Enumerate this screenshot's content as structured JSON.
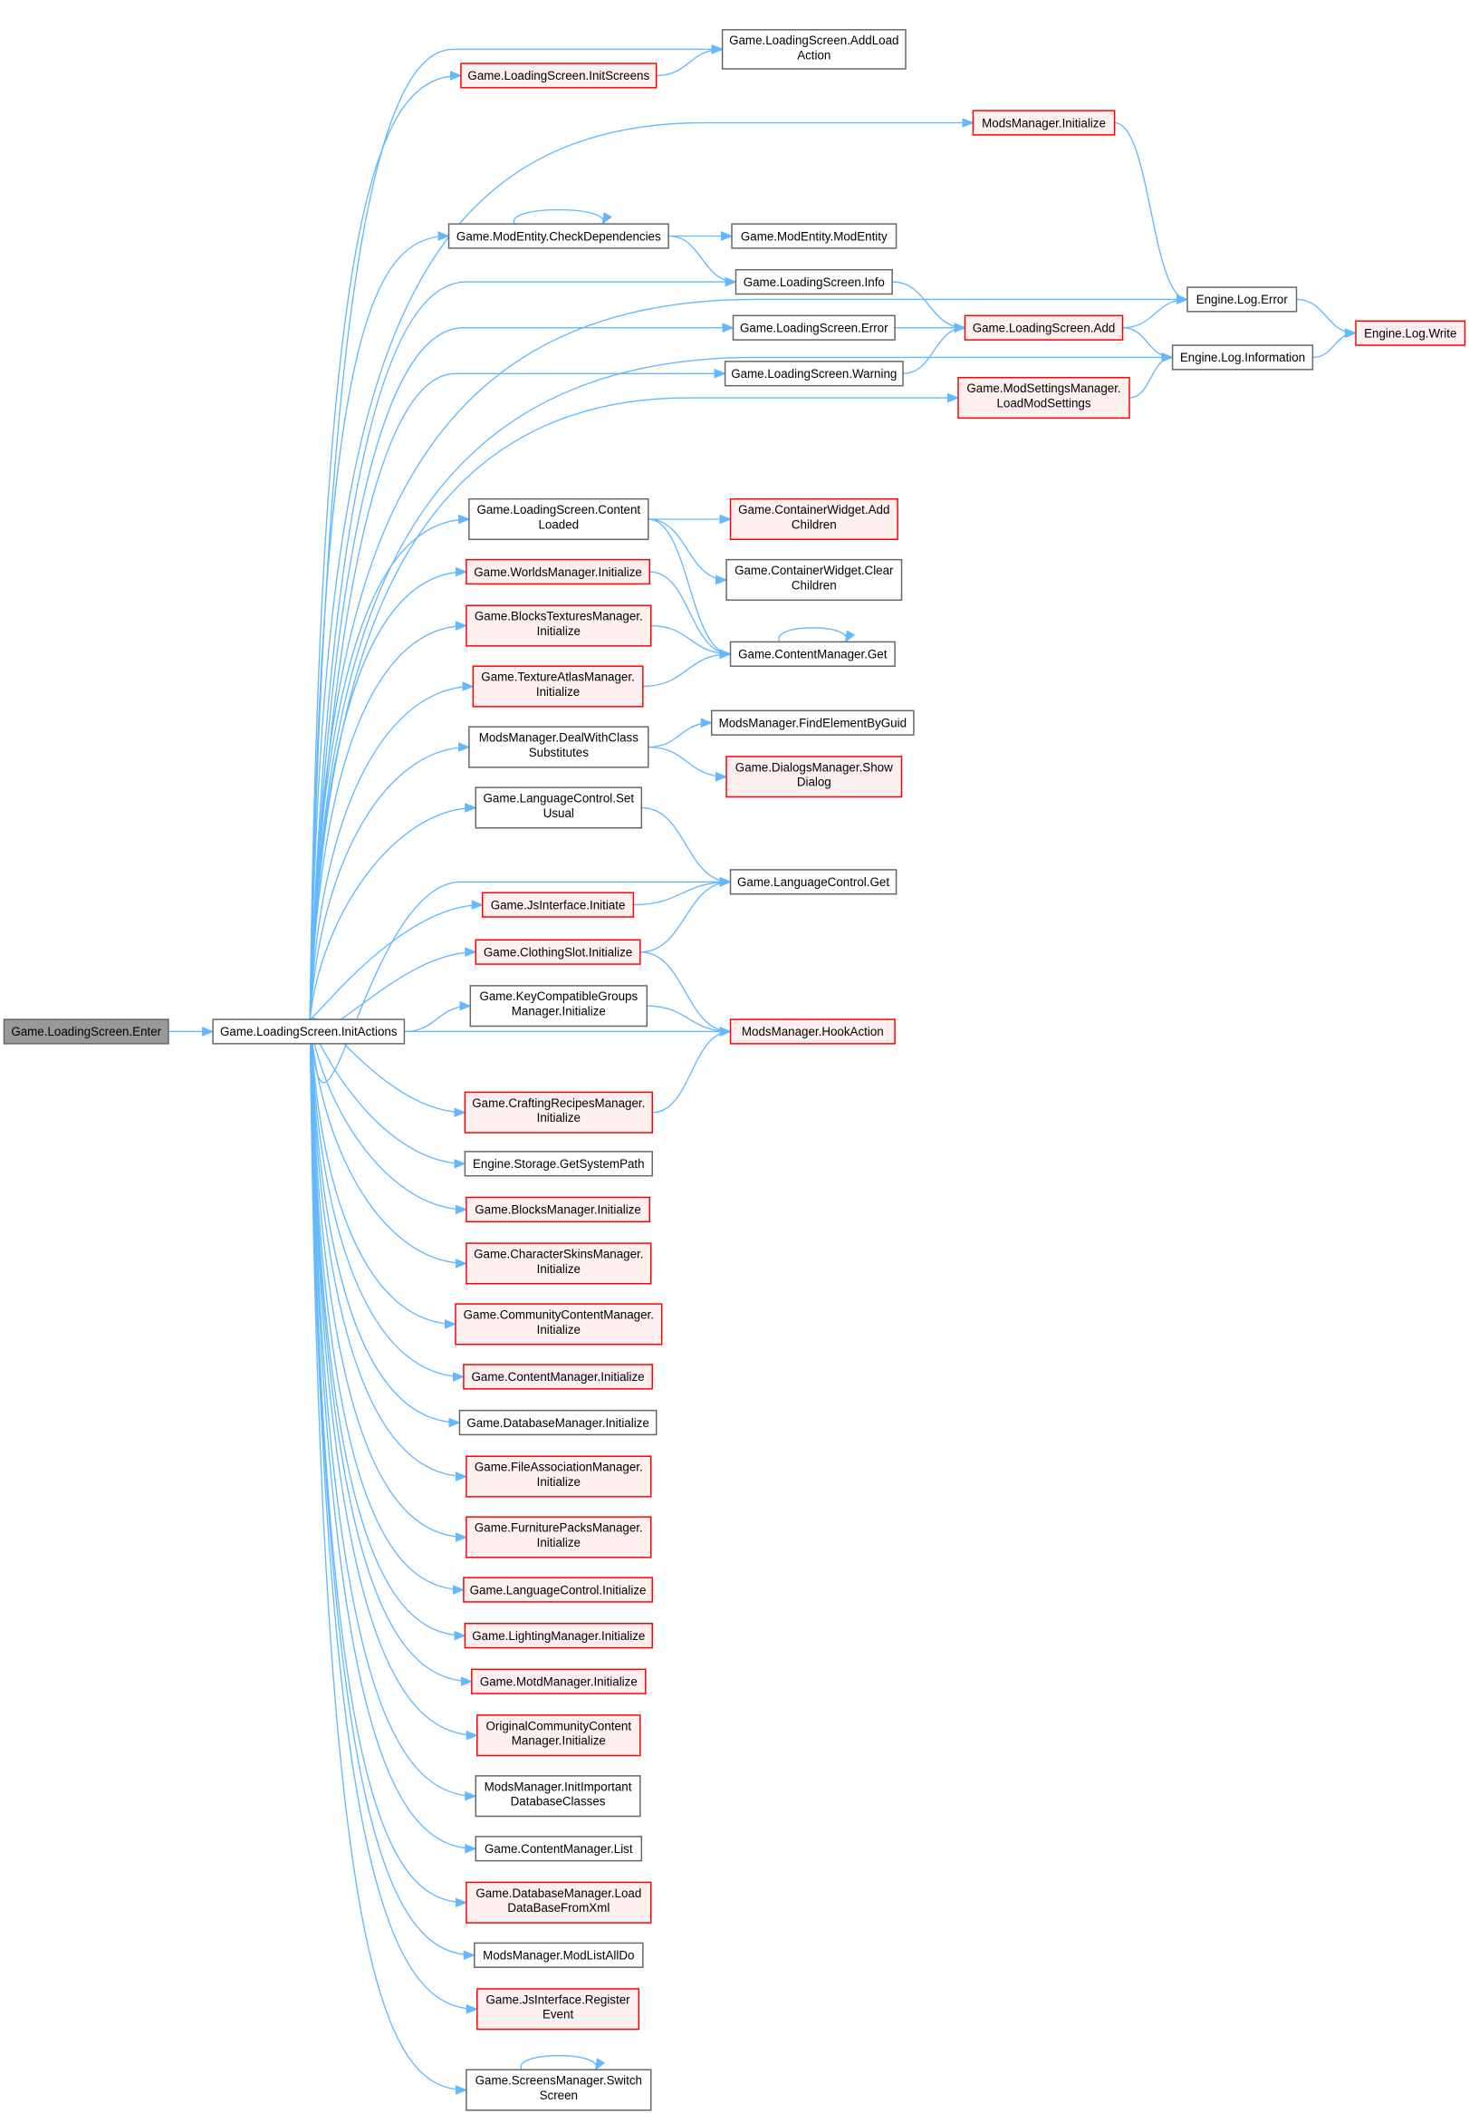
{
  "diagram": {
    "type": "call-graph",
    "colors": {
      "edge": "#63b8ff",
      "normal_border": "#666666",
      "normal_fill": "#ffffff",
      "truncated_border": "#ff0000",
      "truncated_fill": "#fff0f0",
      "root_fill": "#999999",
      "root_border": "#666666"
    },
    "nodes": [
      {
        "id": "enter",
        "lines": [
          "Game.LoadingScreen.Enter"
        ],
        "style": "root"
      },
      {
        "id": "initactions",
        "lines": [
          "Game.LoadingScreen.InitActions"
        ],
        "style": "normal"
      },
      {
        "id": "initscreens",
        "lines": [
          "Game.LoadingScreen.InitScreens"
        ],
        "style": "truncated"
      },
      {
        "id": "checkdeps",
        "lines": [
          "Game.ModEntity.CheckDependencies"
        ],
        "style": "normal"
      },
      {
        "id": "contentloaded",
        "lines": [
          "Game.LoadingScreen.Content",
          "Loaded"
        ],
        "style": "normal"
      },
      {
        "id": "worlds",
        "lines": [
          "Game.WorldsManager.Initialize"
        ],
        "style": "truncated"
      },
      {
        "id": "blockstextures",
        "lines": [
          "Game.BlocksTexturesManager.",
          "Initialize"
        ],
        "style": "truncated"
      },
      {
        "id": "textureatlas",
        "lines": [
          "Game.TextureAtlasManager.",
          "Initialize"
        ],
        "style": "truncated"
      },
      {
        "id": "dealwith",
        "lines": [
          "ModsManager.DealWithClass",
          "Substitutes"
        ],
        "style": "normal"
      },
      {
        "id": "langsetusual",
        "lines": [
          "Game.LanguageControl.Set",
          "Usual"
        ],
        "style": "normal"
      },
      {
        "id": "jsinitiate",
        "lines": [
          "Game.JsInterface.Initiate"
        ],
        "style": "truncated"
      },
      {
        "id": "clothing",
        "lines": [
          "Game.ClothingSlot.Initialize"
        ],
        "style": "truncated"
      },
      {
        "id": "keycompat",
        "lines": [
          "Game.KeyCompatibleGroups",
          "Manager.Initialize"
        ],
        "style": "normal"
      },
      {
        "id": "crafting",
        "lines": [
          "Game.CraftingRecipesManager.",
          "Initialize"
        ],
        "style": "truncated"
      },
      {
        "id": "storage",
        "lines": [
          "Engine.Storage.GetSystemPath"
        ],
        "style": "normal"
      },
      {
        "id": "blocks",
        "lines": [
          "Game.BlocksManager.Initialize"
        ],
        "style": "truncated"
      },
      {
        "id": "skins",
        "lines": [
          "Game.CharacterSkinsManager.",
          "Initialize"
        ],
        "style": "truncated"
      },
      {
        "id": "community",
        "lines": [
          "Game.CommunityContentManager.",
          "Initialize"
        ],
        "style": "truncated"
      },
      {
        "id": "contentinit",
        "lines": [
          "Game.ContentManager.Initialize"
        ],
        "style": "truncated"
      },
      {
        "id": "dbinit",
        "lines": [
          "Game.DatabaseManager.Initialize"
        ],
        "style": "normal"
      },
      {
        "id": "fileassoc",
        "lines": [
          "Game.FileAssociationManager.",
          "Initialize"
        ],
        "style": "truncated"
      },
      {
        "id": "furniture",
        "lines": [
          "Game.FurniturePacksManager.",
          "Initialize"
        ],
        "style": "truncated"
      },
      {
        "id": "langinit",
        "lines": [
          "Game.LanguageControl.Initialize"
        ],
        "style": "truncated"
      },
      {
        "id": "lighting",
        "lines": [
          "Game.LightingManager.Initialize"
        ],
        "style": "truncated"
      },
      {
        "id": "motd",
        "lines": [
          "Game.MotdManager.Initialize"
        ],
        "style": "truncated"
      },
      {
        "id": "origcommunity",
        "lines": [
          "OriginalCommunityContent",
          "Manager.Initialize"
        ],
        "style": "truncated"
      },
      {
        "id": "initimportant",
        "lines": [
          "ModsManager.InitImportant",
          "DatabaseClasses"
        ],
        "style": "normal"
      },
      {
        "id": "contentlist",
        "lines": [
          "Game.ContentManager.List"
        ],
        "style": "normal"
      },
      {
        "id": "loaddb",
        "lines": [
          "Game.DatabaseManager.Load",
          "DataBaseFromXml"
        ],
        "style": "truncated"
      },
      {
        "id": "modlistall",
        "lines": [
          "ModsManager.ModListAllDo"
        ],
        "style": "normal"
      },
      {
        "id": "jsregister",
        "lines": [
          "Game.JsInterface.Register",
          "Event"
        ],
        "style": "truncated"
      },
      {
        "id": "switchscreen",
        "lines": [
          "Game.ScreensManager.Switch",
          "Screen"
        ],
        "style": "normal"
      },
      {
        "id": "addload",
        "lines": [
          "Game.LoadingScreen.AddLoad",
          "Action"
        ],
        "style": "normal"
      },
      {
        "id": "modentity",
        "lines": [
          "Game.ModEntity.ModEntity"
        ],
        "style": "normal"
      },
      {
        "id": "lsinfo",
        "lines": [
          "Game.LoadingScreen.Info"
        ],
        "style": "normal"
      },
      {
        "id": "lserror",
        "lines": [
          "Game.LoadingScreen.Error"
        ],
        "style": "normal"
      },
      {
        "id": "lswarning",
        "lines": [
          "Game.LoadingScreen.Warning"
        ],
        "style": "normal"
      },
      {
        "id": "addchildren",
        "lines": [
          "Game.ContainerWidget.Add",
          "Children"
        ],
        "style": "truncated"
      },
      {
        "id": "clearchildren",
        "lines": [
          "Game.ContainerWidget.Clear",
          "Children"
        ],
        "style": "normal"
      },
      {
        "id": "contentget",
        "lines": [
          "Game.ContentManager.Get"
        ],
        "style": "normal"
      },
      {
        "id": "findguid",
        "lines": [
          "ModsManager.FindElementByGuid"
        ],
        "style": "normal"
      },
      {
        "id": "showdialog",
        "lines": [
          "Game.DialogsManager.Show",
          "Dialog"
        ],
        "style": "truncated"
      },
      {
        "id": "langget",
        "lines": [
          "Game.LanguageControl.Get"
        ],
        "style": "normal"
      },
      {
        "id": "hookaction",
        "lines": [
          "ModsManager.HookAction"
        ],
        "style": "truncated"
      },
      {
        "id": "modsinit",
        "lines": [
          "ModsManager.Initialize"
        ],
        "style": "truncated"
      },
      {
        "id": "lsadd",
        "lines": [
          "Game.LoadingScreen.Add"
        ],
        "style": "truncated"
      },
      {
        "id": "loadmodsettings",
        "lines": [
          "Game.ModSettingsManager.",
          "LoadModSettings"
        ],
        "style": "truncated"
      },
      {
        "id": "logerror",
        "lines": [
          "Engine.Log.Error"
        ],
        "style": "normal"
      },
      {
        "id": "loginfo",
        "lines": [
          "Engine.Log.Information"
        ],
        "style": "normal"
      },
      {
        "id": "logwrite",
        "lines": [
          "Engine.Log.Write"
        ],
        "style": "truncated"
      }
    ],
    "edges": [
      [
        "enter",
        "initactions"
      ],
      [
        "initactions",
        "addload"
      ],
      [
        "initactions",
        "initscreens"
      ],
      [
        "initactions",
        "modsinit"
      ],
      [
        "initactions",
        "logerror"
      ],
      [
        "initactions",
        "checkdeps"
      ],
      [
        "initactions",
        "lsinfo"
      ],
      [
        "initactions",
        "lserror"
      ],
      [
        "initactions",
        "lswarning"
      ],
      [
        "initactions",
        "loadmodsettings"
      ],
      [
        "initactions",
        "loginfo"
      ],
      [
        "initactions",
        "contentloaded"
      ],
      [
        "initactions",
        "worlds"
      ],
      [
        "initactions",
        "blockstextures"
      ],
      [
        "initactions",
        "textureatlas"
      ],
      [
        "initactions",
        "dealwith"
      ],
      [
        "initactions",
        "langsetusual"
      ],
      [
        "initactions",
        "langget"
      ],
      [
        "initactions",
        "jsinitiate"
      ],
      [
        "initactions",
        "clothing"
      ],
      [
        "initactions",
        "keycompat"
      ],
      [
        "initactions",
        "hookaction"
      ],
      [
        "initactions",
        "crafting"
      ],
      [
        "initactions",
        "storage"
      ],
      [
        "initactions",
        "blocks"
      ],
      [
        "initactions",
        "skins"
      ],
      [
        "initactions",
        "community"
      ],
      [
        "initactions",
        "contentinit"
      ],
      [
        "initactions",
        "dbinit"
      ],
      [
        "initactions",
        "fileassoc"
      ],
      [
        "initactions",
        "furniture"
      ],
      [
        "initactions",
        "langinit"
      ],
      [
        "initactions",
        "lighting"
      ],
      [
        "initactions",
        "motd"
      ],
      [
        "initactions",
        "origcommunity"
      ],
      [
        "initactions",
        "initimportant"
      ],
      [
        "initactions",
        "contentlist"
      ],
      [
        "initactions",
        "loaddb"
      ],
      [
        "initactions",
        "modlistall"
      ],
      [
        "initactions",
        "jsregister"
      ],
      [
        "initactions",
        "switchscreen"
      ],
      [
        "initscreens",
        "addload"
      ],
      [
        "checkdeps",
        "checkdeps"
      ],
      [
        "checkdeps",
        "modentity"
      ],
      [
        "checkdeps",
        "lsinfo"
      ],
      [
        "lsinfo",
        "lsadd"
      ],
      [
        "lserror",
        "lsadd"
      ],
      [
        "lswarning",
        "lsadd"
      ],
      [
        "modsinit",
        "logerror"
      ],
      [
        "lsadd",
        "logerror"
      ],
      [
        "lsadd",
        "loginfo"
      ],
      [
        "logerror",
        "logwrite"
      ],
      [
        "loginfo",
        "logwrite"
      ],
      [
        "loadmodsettings",
        "loginfo"
      ],
      [
        "contentloaded",
        "addchildren"
      ],
      [
        "contentloaded",
        "clearchildren"
      ],
      [
        "contentloaded",
        "contentget"
      ],
      [
        "worlds",
        "contentget"
      ],
      [
        "blockstextures",
        "contentget"
      ],
      [
        "textureatlas",
        "contentget"
      ],
      [
        "contentget",
        "contentget"
      ],
      [
        "dealwith",
        "findguid"
      ],
      [
        "dealwith",
        "showdialog"
      ],
      [
        "langsetusual",
        "langget"
      ],
      [
        "jsinitiate",
        "langget"
      ],
      [
        "clothing",
        "langget"
      ],
      [
        "clothing",
        "hookaction"
      ],
      [
        "keycompat",
        "hookaction"
      ],
      [
        "crafting",
        "hookaction"
      ],
      [
        "switchscreen",
        "switchscreen"
      ]
    ]
  }
}
